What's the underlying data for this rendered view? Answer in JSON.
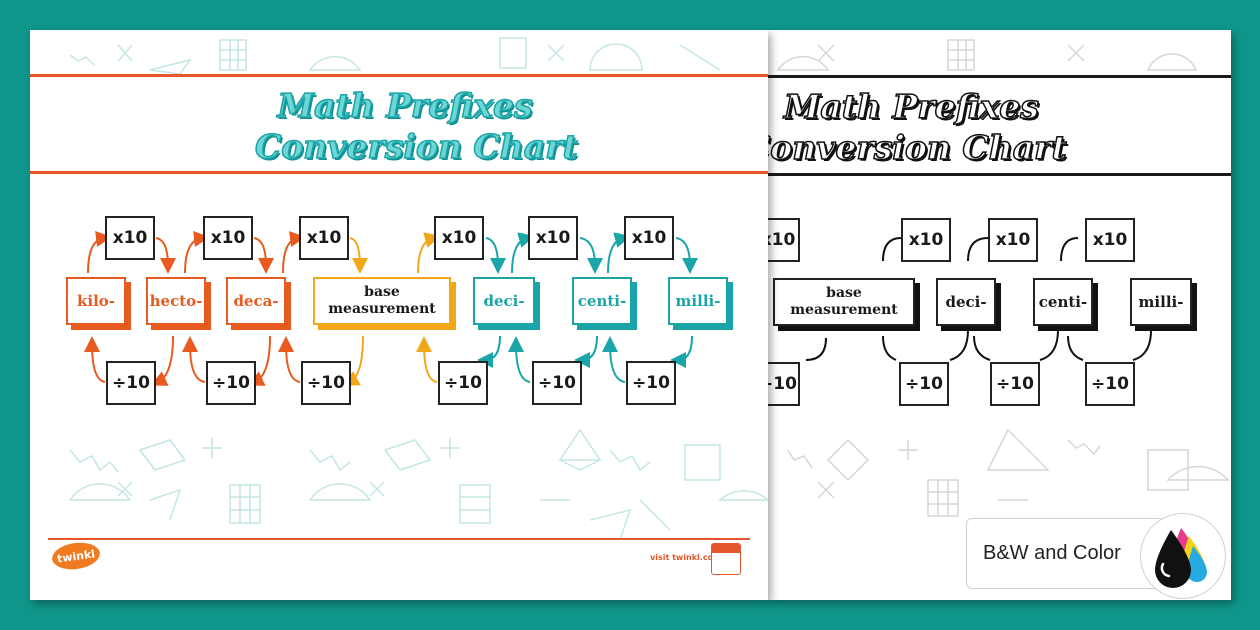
{
  "title": {
    "line1": "Math Prefixes",
    "line2": "Conversion Chart"
  },
  "multiply_label": "x10",
  "divide_label": "÷10",
  "prefixes": {
    "kilo": "kilo-",
    "hecto": "hecto-",
    "deca": "deca-",
    "base_line1": "base",
    "base_line2": "measurement",
    "deci": "deci-",
    "centi": "centi-",
    "milli": "milli-"
  },
  "footer": {
    "logo": "twinkl",
    "visit": "visit twinkl.com"
  },
  "badge": {
    "label": "B&W and Color",
    "icon": "ink-drops-icon"
  },
  "colors": {
    "background": "#0f968a",
    "orange": "#e85a1f",
    "amber": "#f2a71b",
    "teal": "#1aa5a8",
    "title_fill": "#5fd0d2",
    "title_outline": "#1aa5a8",
    "doodle": "#bfe3e1"
  }
}
